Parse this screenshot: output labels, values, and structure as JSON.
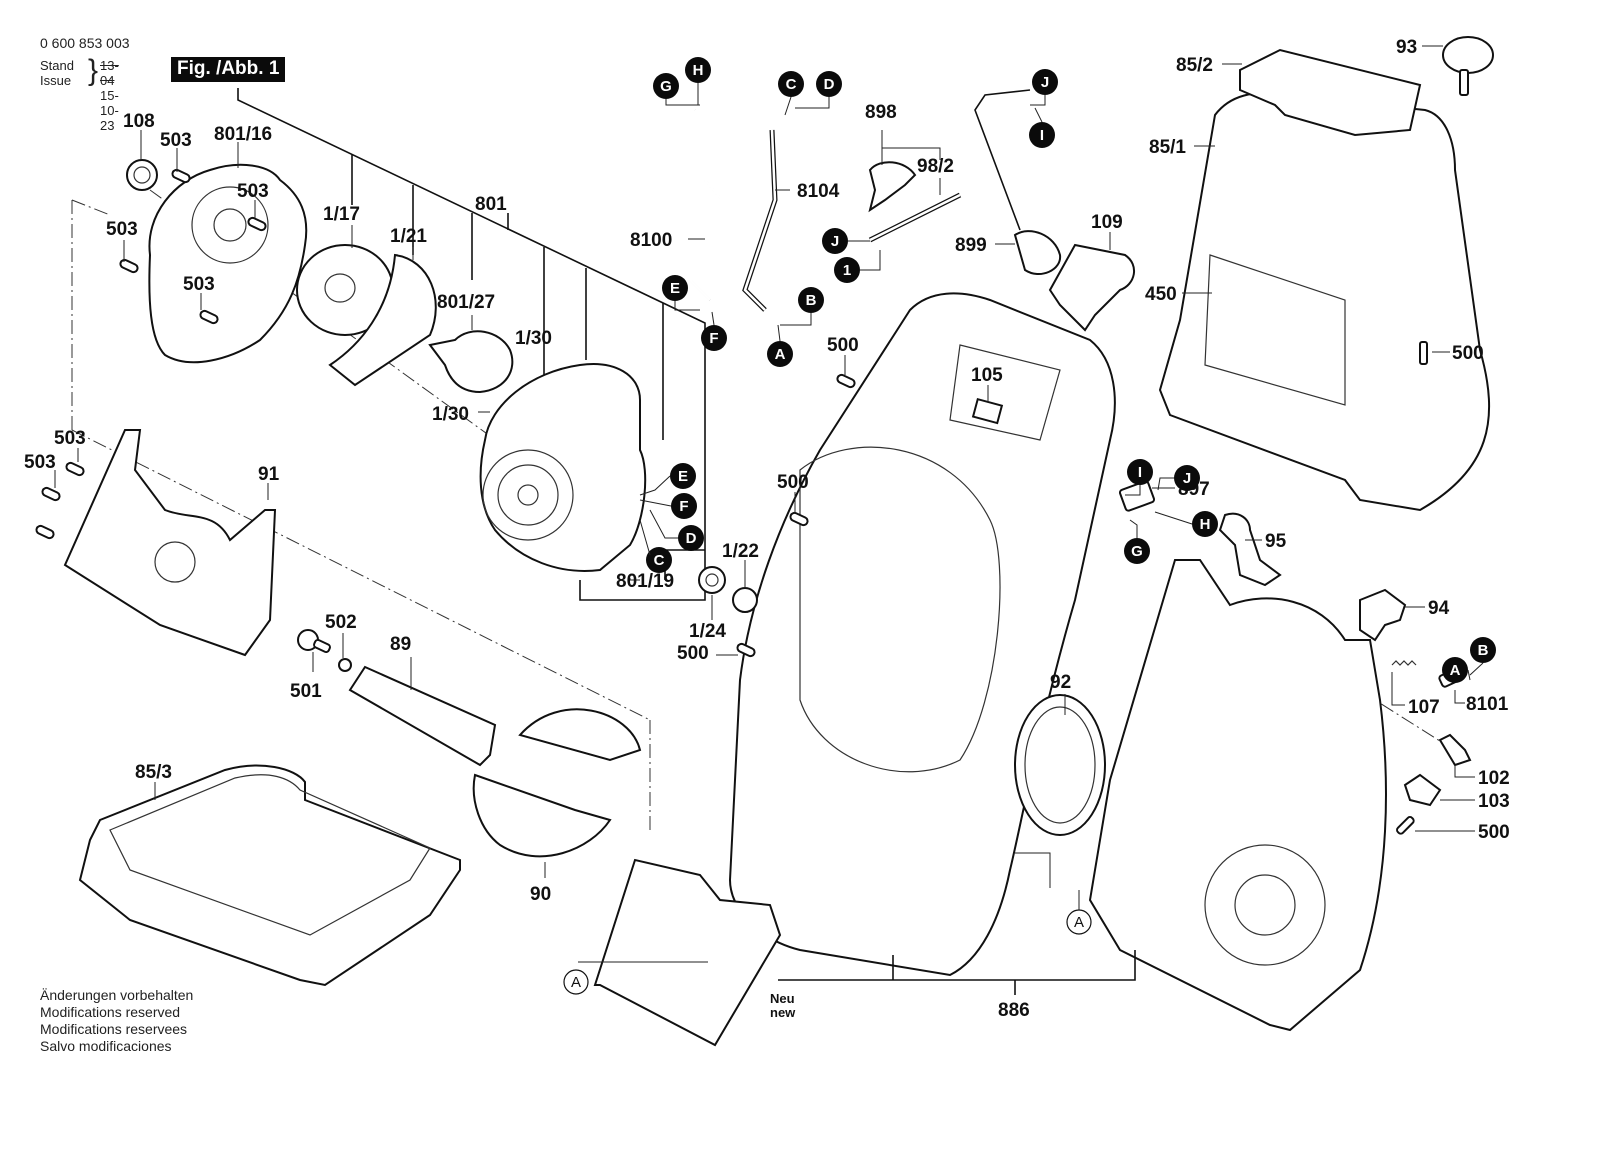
{
  "header": {
    "document_number": "0 600 853 003",
    "stand_label": "Stand",
    "issue_label": "Issue",
    "stand_date_old": "13-04",
    "issue_date": "15-10-23",
    "figure_label": "Fig. /Abb. 1"
  },
  "footer": {
    "lines": [
      "Änderungen vorbehalten",
      "Modifications reserved",
      "Modifications reservees",
      "Salvo modificaciones"
    ]
  },
  "labels": {
    "p108": "108",
    "p503a": "503",
    "p801_16": "801/16",
    "p503b": "503",
    "p503c": "503",
    "p503d": "503",
    "p1_17": "1/17",
    "p1_21": "1/21",
    "p801": "801",
    "p801_27": "801/27",
    "p1_30a": "1/30",
    "p1_30b": "1/30",
    "p503e": "503",
    "p503f": "503",
    "p91": "91",
    "p801_19": "801/19",
    "p1_22": "1/22",
    "p1_24": "1/24",
    "p500a": "500",
    "p500b": "500",
    "p500c": "500",
    "p500d": "500",
    "p500e": "500",
    "p502": "502",
    "p501": "501",
    "p89": "89",
    "p85_3": "85/3",
    "p90": "90",
    "p8100": "8100",
    "p8104": "8104",
    "p898": "898",
    "p98_2": "98/2",
    "p899": "899",
    "p109": "109",
    "p105": "105",
    "p85_2": "85/2",
    "p93": "93",
    "p85_1": "85/1",
    "p450": "450",
    "p897": "897",
    "p95": "95",
    "p94": "94",
    "p107": "107",
    "p8101": "8101",
    "p102": "102",
    "p103": "103",
    "p92": "92",
    "p886": "886",
    "neu": "Neu",
    "new": "new"
  },
  "markers": {
    "G1": "G",
    "H1": "H",
    "C1": "C",
    "D1": "D",
    "E1": "E",
    "F1": "F",
    "B1": "B",
    "A1": "A",
    "J1": "J",
    "I1": "I",
    "J2": "J",
    "one": "1",
    "E2": "E",
    "F2": "F",
    "D2": "D",
    "C2": "C",
    "I2": "I",
    "J3": "J",
    "G2": "G",
    "H2": "H",
    "A2": "A",
    "B2": "B",
    "Aring1": "A",
    "Aring2": "A"
  }
}
